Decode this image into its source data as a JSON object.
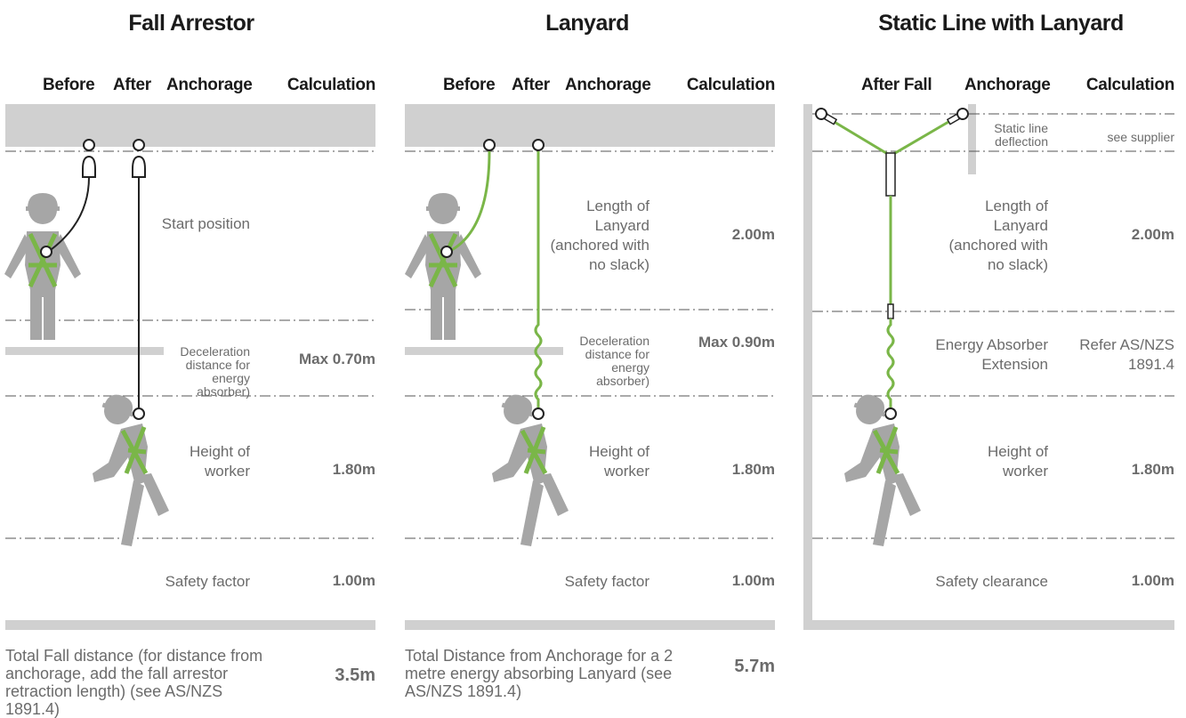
{
  "colors": {
    "accent_green": "#7ab648",
    "grey_bar": "#d0d0d0",
    "figure_grey": "#a6a6a6",
    "text_grey": "#6b6b6b",
    "heading": "#1a1a1a"
  },
  "panels": [
    {
      "title": "Fall Arrestor",
      "headers": {
        "before": "Before",
        "after": "After",
        "anchorage": "Anchorage",
        "calculation": "Calculation"
      },
      "rows": [
        {
          "label": "Start position",
          "value": ""
        },
        {
          "label": "Deceleration distance for energy absorber)",
          "value": "Max 0.70m"
        },
        {
          "label": "Height of worker",
          "value": "1.80m"
        },
        {
          "label": "Safety factor",
          "value": "1.00m"
        }
      ],
      "total": {
        "label": "Total Fall distance (for distance from anchorage, add the fall arrestor retraction length) (see AS/NZS 1891.4)",
        "value": "3.5m"
      }
    },
    {
      "title": "Lanyard",
      "headers": {
        "before": "Before",
        "after": "After",
        "anchorage": "Anchorage",
        "calculation": "Calculation"
      },
      "rows": [
        {
          "label": "Length of Lanyard (anchored with no slack)",
          "value": "2.00m"
        },
        {
          "label": "Deceleration distance for energy absorber)",
          "value": "Max 0.90m"
        },
        {
          "label": "Height of worker",
          "value": "1.80m"
        },
        {
          "label": "Safety factor",
          "value": "1.00m"
        }
      ],
      "total": {
        "label": "Total Distance from Anchorage for a 2 metre energy absorbing Lanyard (see AS/NZS 1891.4)",
        "value": "5.7m"
      }
    },
    {
      "title": "Static Line with Lanyard",
      "headers": {
        "after_fall": "After Fall",
        "anchorage": "Anchorage",
        "calculation": "Calculation"
      },
      "rows": [
        {
          "label": "Static line deflection",
          "value": "see supplier"
        },
        {
          "label": "Length of Lanyard (anchored with no slack)",
          "value": "2.00m"
        },
        {
          "label": "Energy Absorber Extension",
          "value": "Refer AS/NZS 1891.4"
        },
        {
          "label": "Height of worker",
          "value": "1.80m"
        },
        {
          "label": "Safety clearance",
          "value": "1.00m"
        }
      ]
    }
  ]
}
